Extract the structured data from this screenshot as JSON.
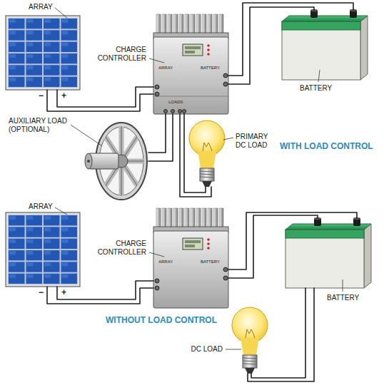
{
  "diagram": {
    "nodes": [
      {
        "text": [
          "ARRAY",
          "−",
          "+"
        ]
      },
      {
        "text": [
          "CHARGE CONTROLLER",
          "ARRAY",
          "BATTERY",
          "LOADS"
        ]
      },
      {
        "text": [
          "BATTERY"
        ]
      },
      {
        "text": [
          "AUXILIARY LOAD (OPTIONAL)"
        ]
      },
      {
        "text": [
          "PRIMARY DC LOAD"
        ]
      },
      {
        "text": [
          "ARRAY",
          "−",
          "+"
        ]
      },
      {
        "text": [
          "CHARGE CONTROLLER",
          "ARRAY",
          "BATTERY"
        ]
      },
      {
        "text": [
          "BATTERY"
        ]
      },
      {
        "text": [
          "DC LOAD"
        ]
      }
    ],
    "edges": [
      {
        "from": 0,
        "to": 1,
        "arrow": "none"
      },
      {
        "from": 0,
        "to": 1,
        "arrow": "none"
      },
      {
        "from": 1,
        "to": 2,
        "arrow": "none"
      },
      {
        "from": 1,
        "to": 2,
        "arrow": "none"
      },
      {
        "from": 1,
        "to": 3,
        "arrow": "none"
      },
      {
        "from": 1,
        "to": 3,
        "arrow": "none"
      },
      {
        "from": 1,
        "to": 4,
        "arrow": "none"
      },
      {
        "from": 1,
        "to": 4,
        "arrow": "none"
      },
      {
        "from": 5,
        "to": 6,
        "arrow": "none"
      },
      {
        "from": 5,
        "to": 6,
        "arrow": "none"
      },
      {
        "from": 6,
        "to": 7,
        "arrow": "none"
      },
      {
        "from": 6,
        "to": 7,
        "arrow": "none"
      },
      {
        "from": 7,
        "to": 8,
        "arrow": "none"
      },
      {
        "from": 7,
        "to": 8,
        "arrow": "none"
      }
    ],
    "labels": [
      "WITH LOAD CONTROL",
      "WITHOUT LOAD CONTROL"
    ]
  }
}
